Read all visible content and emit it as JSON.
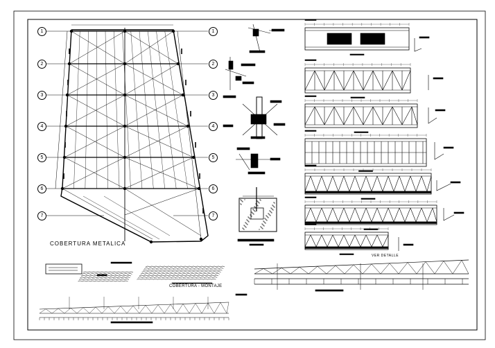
{
  "drawing": {
    "grid_bubbles": [
      "1",
      "2",
      "3",
      "4",
      "5",
      "6",
      "7"
    ],
    "title_plan": "COBERTURA METALICA",
    "title_section": "COBERTURA - MONTAJE",
    "title_detail": "VER DETALLE"
  },
  "colors": {
    "line": "#000000",
    "background": "#ffffff"
  }
}
